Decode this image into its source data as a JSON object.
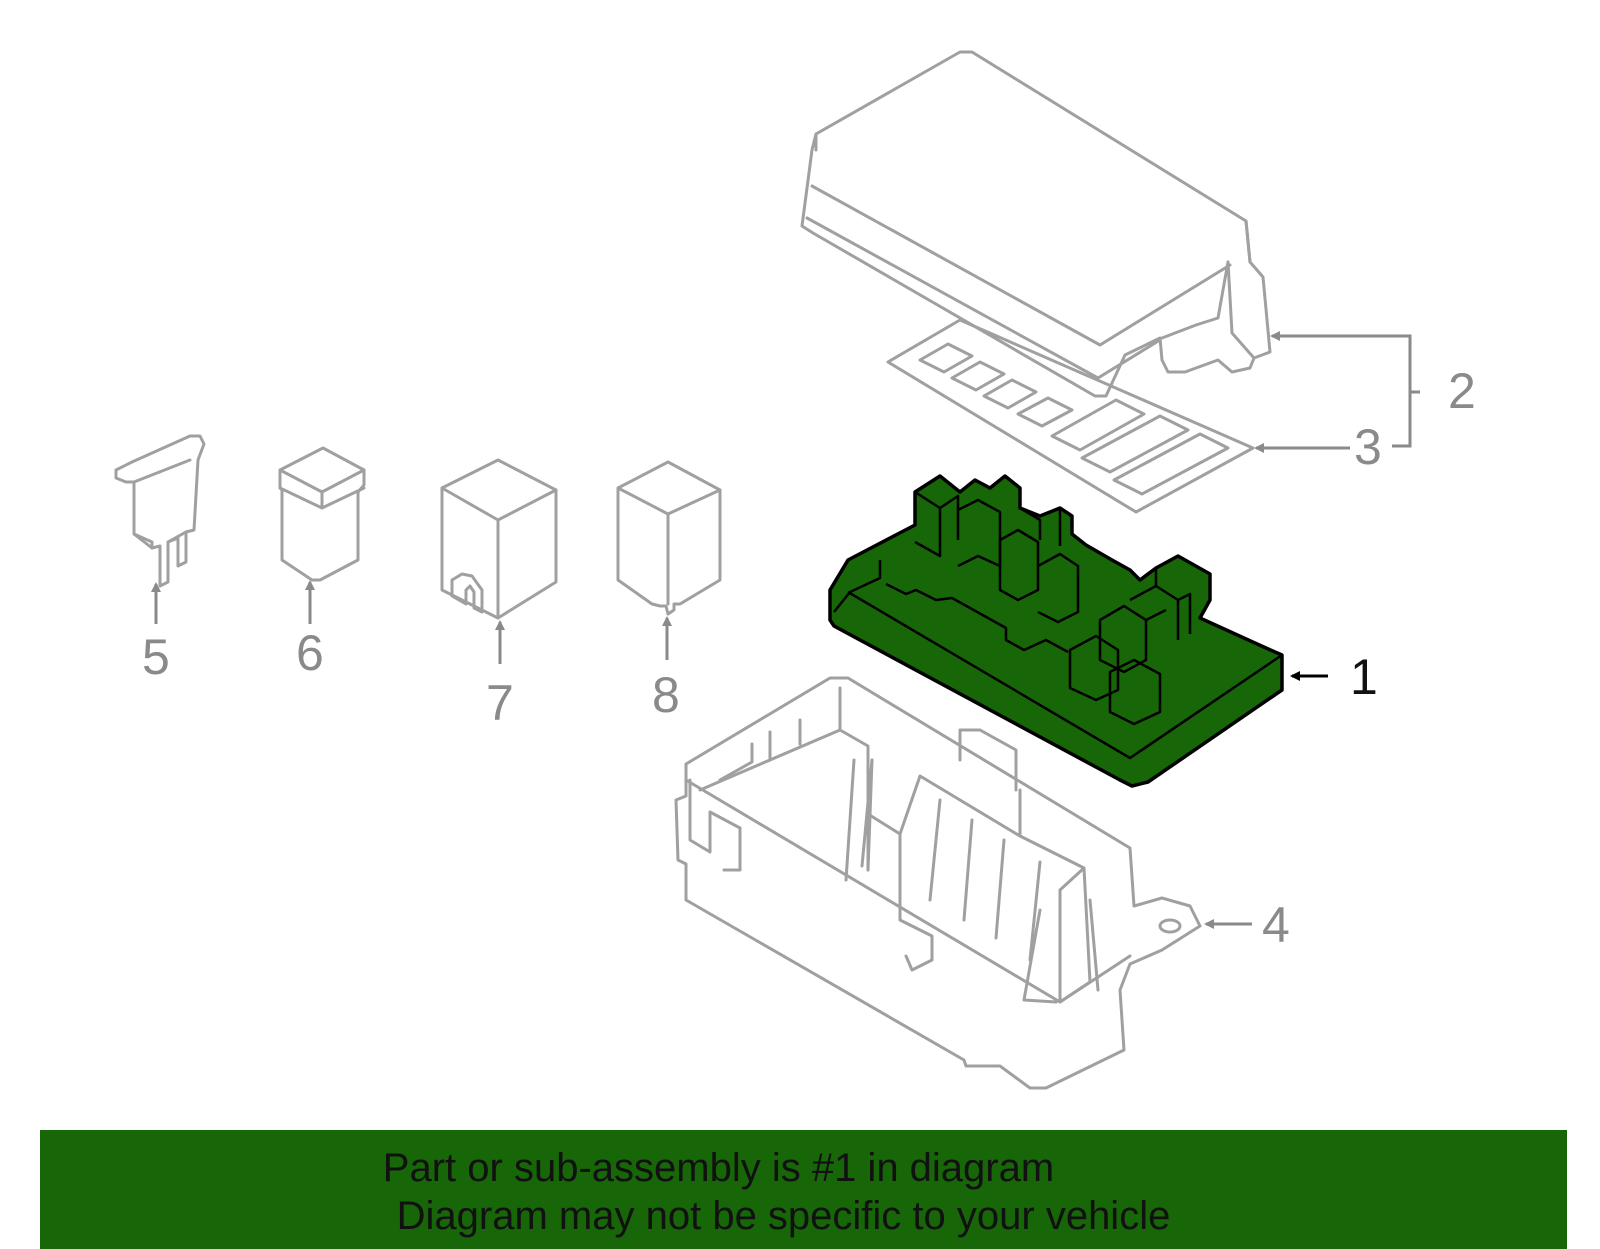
{
  "colors": {
    "highlight": "#176608",
    "line_grey": "#a0a0a0",
    "line_dark": "#000000"
  },
  "callouts": [
    {
      "id": "1",
      "label": "1",
      "highlighted": true
    },
    {
      "id": "2",
      "label": "2",
      "highlighted": false
    },
    {
      "id": "3",
      "label": "3",
      "highlighted": false
    },
    {
      "id": "4",
      "label": "4",
      "highlighted": false
    },
    {
      "id": "5",
      "label": "5",
      "highlighted": false
    },
    {
      "id": "6",
      "label": "6",
      "highlighted": false
    },
    {
      "id": "7",
      "label": "7",
      "highlighted": false
    },
    {
      "id": "8",
      "label": "8",
      "highlighted": false
    }
  ],
  "footer": {
    "line1": "Part or sub-assembly is #1 in diagram",
    "line2": "Diagram may not be specific to your vehicle"
  }
}
